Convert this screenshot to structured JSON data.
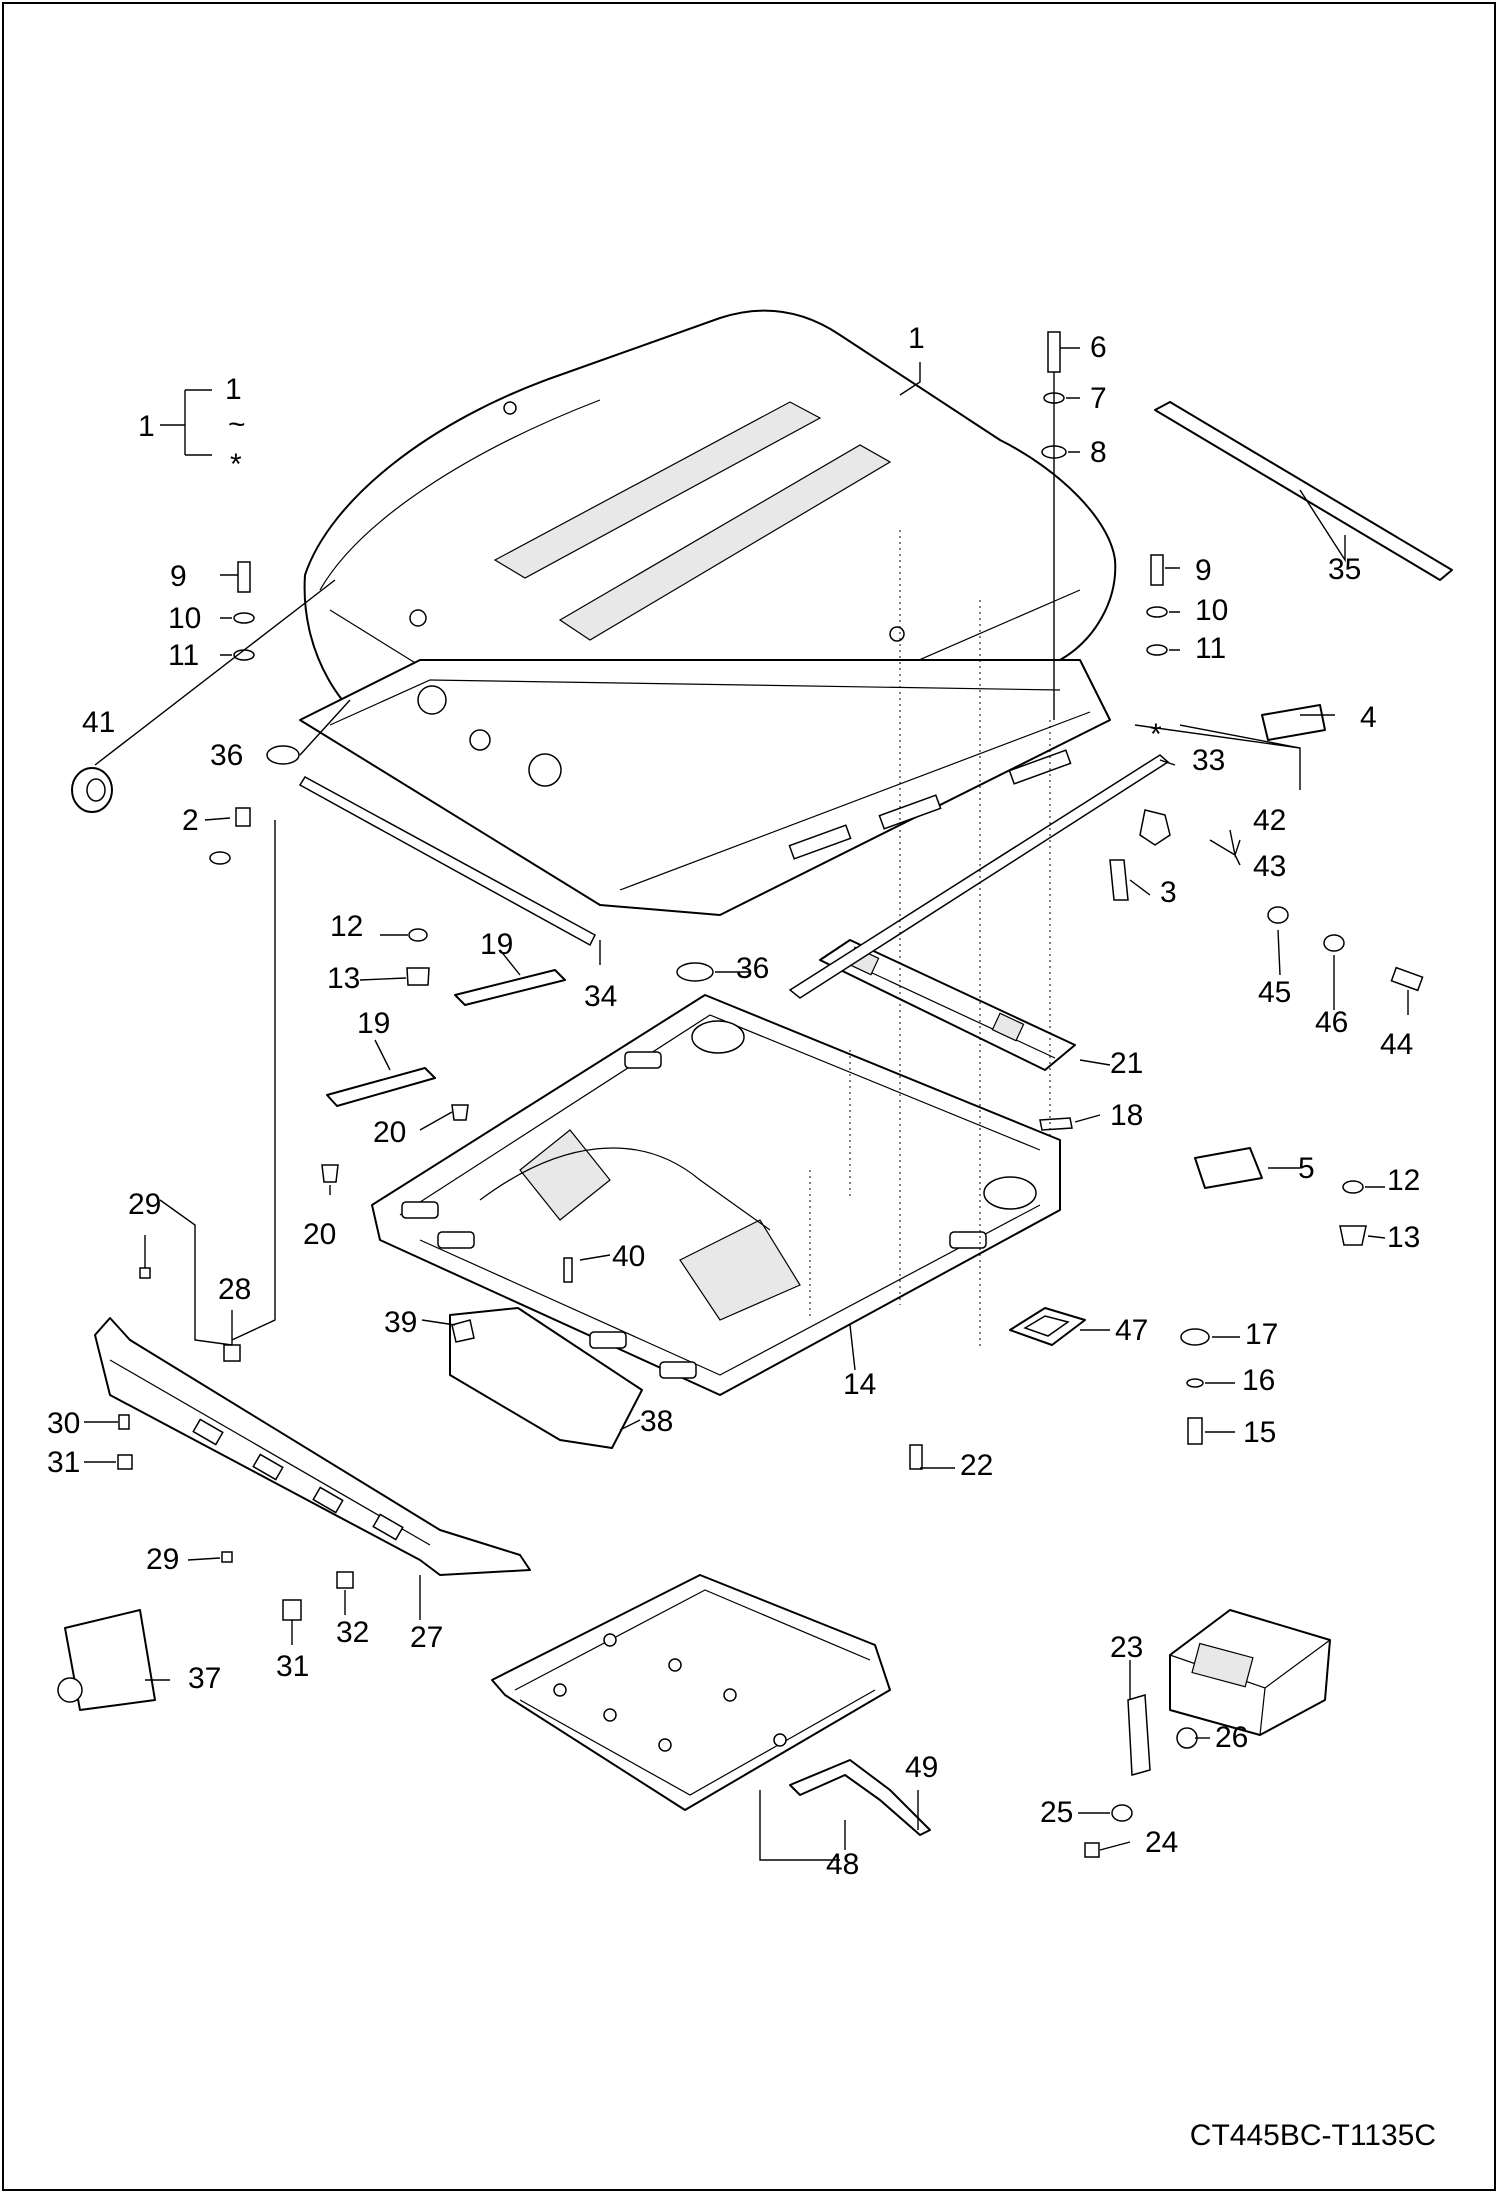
{
  "drawing": {
    "doc_id": "CT445BC-T1135C",
    "group_bracket": {
      "top": "1",
      "middle": "~",
      "bottom": "*",
      "label": "1"
    },
    "callouts": [
      {
        "id": "c1a",
        "text": "1"
      },
      {
        "id": "c6",
        "text": "6"
      },
      {
        "id": "c7",
        "text": "7"
      },
      {
        "id": "c8",
        "text": "8"
      },
      {
        "id": "c35",
        "text": "35"
      },
      {
        "id": "c9a",
        "text": "9"
      },
      {
        "id": "c10a",
        "text": "10"
      },
      {
        "id": "c11a",
        "text": "11"
      },
      {
        "id": "c9b",
        "text": "9"
      },
      {
        "id": "c10b",
        "text": "10"
      },
      {
        "id": "c11b",
        "text": "11"
      },
      {
        "id": "c41",
        "text": "41"
      },
      {
        "id": "c36a",
        "text": "36"
      },
      {
        "id": "c4",
        "text": "4"
      },
      {
        "id": "cstar",
        "text": "*"
      },
      {
        "id": "c33",
        "text": "33"
      },
      {
        "id": "c2",
        "text": "2"
      },
      {
        "id": "c42",
        "text": "42"
      },
      {
        "id": "c43",
        "text": "43"
      },
      {
        "id": "c3",
        "text": "3"
      },
      {
        "id": "c12a",
        "text": "12"
      },
      {
        "id": "c13a",
        "text": "13"
      },
      {
        "id": "c19a",
        "text": "19"
      },
      {
        "id": "c34",
        "text": "34"
      },
      {
        "id": "c36b",
        "text": "36"
      },
      {
        "id": "c45",
        "text": "45"
      },
      {
        "id": "c46",
        "text": "46"
      },
      {
        "id": "c44",
        "text": "44"
      },
      {
        "id": "c19b",
        "text": "19"
      },
      {
        "id": "c21",
        "text": "21"
      },
      {
        "id": "c18",
        "text": "18"
      },
      {
        "id": "c20a",
        "text": "20"
      },
      {
        "id": "c5",
        "text": "5"
      },
      {
        "id": "c12b",
        "text": "12"
      },
      {
        "id": "c20b",
        "text": "20"
      },
      {
        "id": "c13b",
        "text": "13"
      },
      {
        "id": "c29a",
        "text": "29"
      },
      {
        "id": "c40",
        "text": "40"
      },
      {
        "id": "c28",
        "text": "28"
      },
      {
        "id": "c39",
        "text": "39"
      },
      {
        "id": "c47",
        "text": "47"
      },
      {
        "id": "c17",
        "text": "17"
      },
      {
        "id": "c16",
        "text": "16"
      },
      {
        "id": "c14",
        "text": "14"
      },
      {
        "id": "c30",
        "text": "30"
      },
      {
        "id": "c38",
        "text": "38"
      },
      {
        "id": "c15",
        "text": "15"
      },
      {
        "id": "c31a",
        "text": "31"
      },
      {
        "id": "c22",
        "text": "22"
      },
      {
        "id": "c29b",
        "text": "29"
      },
      {
        "id": "c27",
        "text": "27"
      },
      {
        "id": "c32",
        "text": "32"
      },
      {
        "id": "c31b",
        "text": "31"
      },
      {
        "id": "c37",
        "text": "37"
      },
      {
        "id": "c23",
        "text": "23"
      },
      {
        "id": "c26",
        "text": "26"
      },
      {
        "id": "c49",
        "text": "49"
      },
      {
        "id": "c25",
        "text": "25"
      },
      {
        "id": "c24",
        "text": "24"
      },
      {
        "id": "c48",
        "text": "48"
      }
    ]
  }
}
